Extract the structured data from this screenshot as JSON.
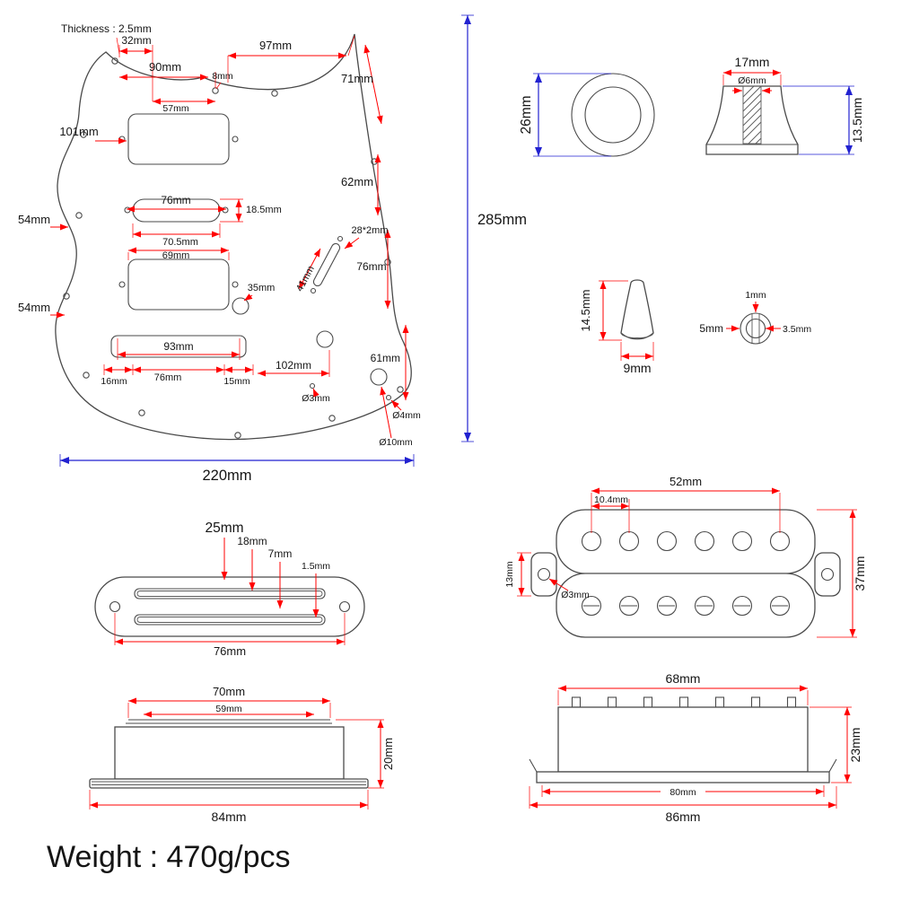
{
  "pickguard": {
    "thickness": "Thickness : 2.5mm",
    "d32": "32mm",
    "d90": "90mm",
    "d8": "8mm",
    "d97": "97mm",
    "d71": "71mm",
    "d57": "57mm",
    "d101": "101mm",
    "d62": "62mm",
    "d54_upper": "54mm",
    "d54_lower": "54mm",
    "d76_middle_pickup": "76mm",
    "d18_5": "18.5mm",
    "d70_5": "70.5mm",
    "d69": "69mm",
    "d28x2": "28*2mm",
    "d41": "41mm",
    "d76_switch": "76mm",
    "d35": "35mm",
    "d93": "93mm",
    "d16": "16mm",
    "d76_bridge": "76mm",
    "d15": "15mm",
    "d102": "102mm",
    "d61": "61mm",
    "dia3": "Ø3mm",
    "dia4": "Ø4mm",
    "dia10": "Ø10mm",
    "width": "220mm",
    "height": "285mm"
  },
  "knob_top": {
    "diameter": "26mm"
  },
  "knob_side": {
    "width": "17mm",
    "shaft": "Ø6mm",
    "height": "13.5mm"
  },
  "switch_tip": {
    "height": "14.5mm",
    "width": "9mm"
  },
  "pot_shaft": {
    "slot": "1mm",
    "width": "5mm",
    "inner": "3.5mm"
  },
  "rail_pickup_top": {
    "d25": "25mm",
    "d18": "18mm",
    "d7": "7mm",
    "d1_5": "1.5mm",
    "d76": "76mm"
  },
  "humbucker_top": {
    "d52": "52mm",
    "d10_4": "10.4mm",
    "d37": "37mm",
    "d13": "13mm",
    "dia3": "Ø3mm"
  },
  "rail_pickup_side": {
    "d70": "70mm",
    "d59": "59mm",
    "d20": "20mm",
    "d84": "84mm"
  },
  "humbucker_side": {
    "d68": "68mm",
    "d23": "23mm",
    "d80": "80mm",
    "d86": "86mm"
  },
  "weight": "Weight : 470g/pcs",
  "colors": {
    "dimension_red": "#ff0000",
    "dimension_blue": "#2222d0",
    "outline": "#4a4a4a"
  }
}
